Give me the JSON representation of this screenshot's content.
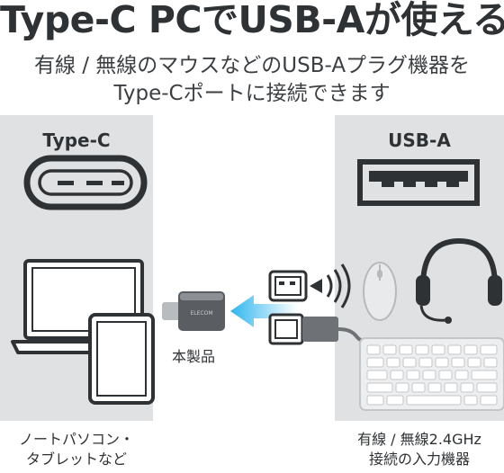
{
  "title": "Type-C PCでUSB-Aが使える",
  "subtitle_line1": "有線 / 無線のマウスなどのUSB-Aプラグ機器を",
  "subtitle_line2": "Type-Cポートに接続できます",
  "left_panel": {
    "label": "Type-C",
    "caption_line1": "ノートパソコン・",
    "caption_line2": "タブレットなど"
  },
  "right_panel": {
    "label": "USB-A",
    "caption_line1": "有線 / 無線2.4GHz",
    "caption_line2": "接続の入力機器"
  },
  "product": {
    "label": "本製品",
    "brand_text": "ELECOM"
  },
  "colors": {
    "panel_bg": "#dfe1e3",
    "text": "#2f3234",
    "arrow": "#2fb6ee",
    "device_dark": "#4a4d50"
  },
  "icons": [
    "type-c-port-icon",
    "laptop-icon",
    "tablet-icon",
    "adapter-icon",
    "arrow-icon",
    "usb-a-port-icon",
    "usb-dongle-icon",
    "wireless-signal-icon",
    "usb-a-plug-icon",
    "mouse-icon",
    "headset-icon",
    "keyboard-icon"
  ]
}
